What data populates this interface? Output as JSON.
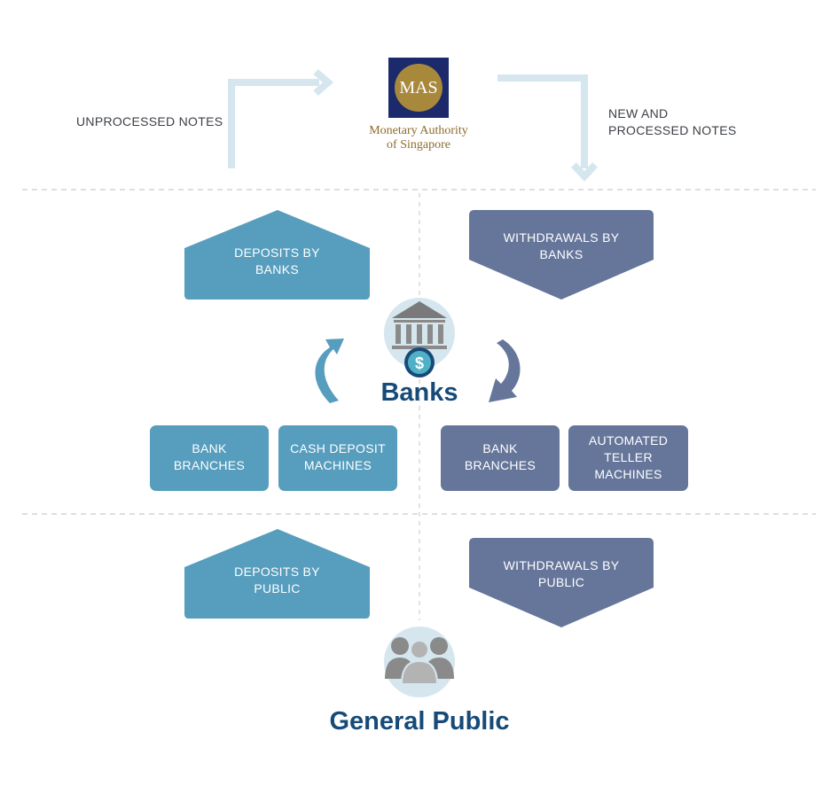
{
  "mas": {
    "logo_text": "MAS",
    "name_line1": "Monetary Authority",
    "name_line2": "of Singapore"
  },
  "flows": {
    "unprocessed": "UNPROCESSED NOTES",
    "new_processed_line1": "NEW AND",
    "new_processed_line2": "PROCESSED NOTES"
  },
  "banks_tier": {
    "deposits_line1": "DEPOSITS BY",
    "deposits_line2": "BANKS",
    "withdrawals_line1": "WITHDRAWALS BY",
    "withdrawals_line2": "BANKS",
    "title": "Banks"
  },
  "channels": {
    "deposit_branches_line1": "BANK",
    "deposit_branches_line2": "BRANCHES",
    "cdm_line1": "CASH DEPOSIT",
    "cdm_line2": "MACHINES",
    "withdraw_branches_line1": "BANK",
    "withdraw_branches_line2": "BRANCHES",
    "atm_line1": "AUTOMATED",
    "atm_line2": "TELLER",
    "atm_line3": "MACHINES"
  },
  "public_tier": {
    "deposits_line1": "DEPOSITS BY",
    "deposits_line2": "PUBLIC",
    "withdrawals_line1": "WITHDRAWALS BY",
    "withdrawals_line2": "PUBLIC",
    "title": "General Public"
  },
  "icons": [
    "bank-building-icon",
    "dollar-coin-icon",
    "people-group-icon",
    "mas-logo"
  ],
  "colors": {
    "deposit": "#579dbd",
    "withdrawal": "#66769a",
    "arrow_light": "#d5e6ef",
    "title": "#164a78",
    "divider": "#c9c9c9"
  }
}
